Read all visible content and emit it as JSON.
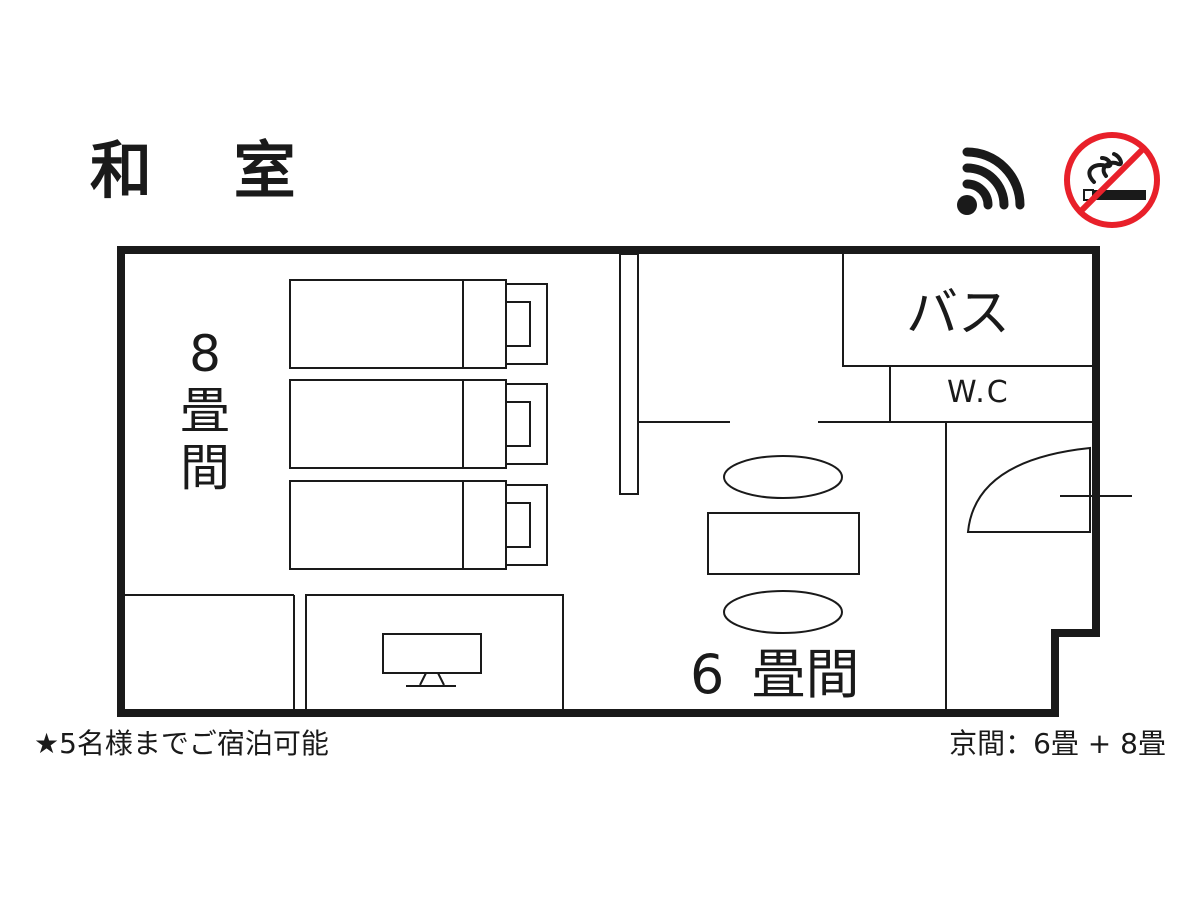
{
  "title": "和 室",
  "rooms": {
    "main_room": "8\n畳\n間",
    "sub_room": "6 畳間",
    "bath": "バス",
    "toilet": "W.C"
  },
  "notes": {
    "capacity": "★5名様までご宿泊可能",
    "layout": "京間：6畳 + 8畳"
  },
  "icons": {
    "wifi": "wifi-icon",
    "no_smoking": "no-smoking-icon"
  },
  "colors": {
    "line": "#1a1a1a",
    "prohibition": "#e8202a",
    "background": "#ffffff"
  }
}
